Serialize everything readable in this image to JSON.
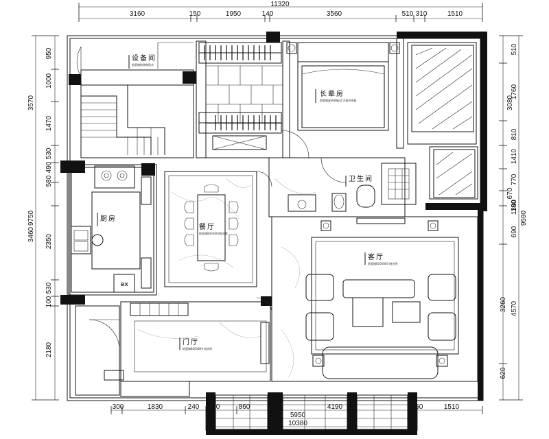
{
  "rooms": {
    "equipment": {
      "name": "设备间",
      "note": "地面铺地砖做防水"
    },
    "master_bedroom": {
      "name": "长辈房",
      "note": "地面铺复合地板/实木复合地板"
    },
    "bathroom": {
      "name": "卫生间"
    },
    "kitchen": {
      "name": "厨房"
    },
    "dining": {
      "name": "餐厅",
      "note": "地面铺800X800抛光砖"
    },
    "living": {
      "name": "客厅",
      "note": "地面铺800X800 抛光砖"
    },
    "entrance": {
      "name": "门厅",
      "note": "地面铺800X800 抛光砖"
    },
    "appliance_label": "BX"
  },
  "dimensions": {
    "top_total": "11320",
    "top": [
      "3160",
      "150",
      "1950",
      "140",
      "3560",
      "510",
      "310",
      "1510"
    ],
    "left_total": "9750",
    "left": [
      "950",
      "1000",
      "3570",
      "1470",
      "530",
      "490",
      "580",
      "3460",
      "2350",
      "530",
      "100",
      "2180"
    ],
    "right_total": "9590",
    "right": [
      "510",
      "1760",
      "3080",
      "810",
      "1410",
      "770",
      "670",
      "1380",
      "190",
      "690",
      "3260",
      "4570",
      "620"
    ],
    "bottom": [
      "300",
      "1830",
      "240",
      "900",
      "860",
      "4190",
      "150",
      "1510"
    ],
    "bottom_mid": "5950",
    "bottom_total": "10380"
  }
}
